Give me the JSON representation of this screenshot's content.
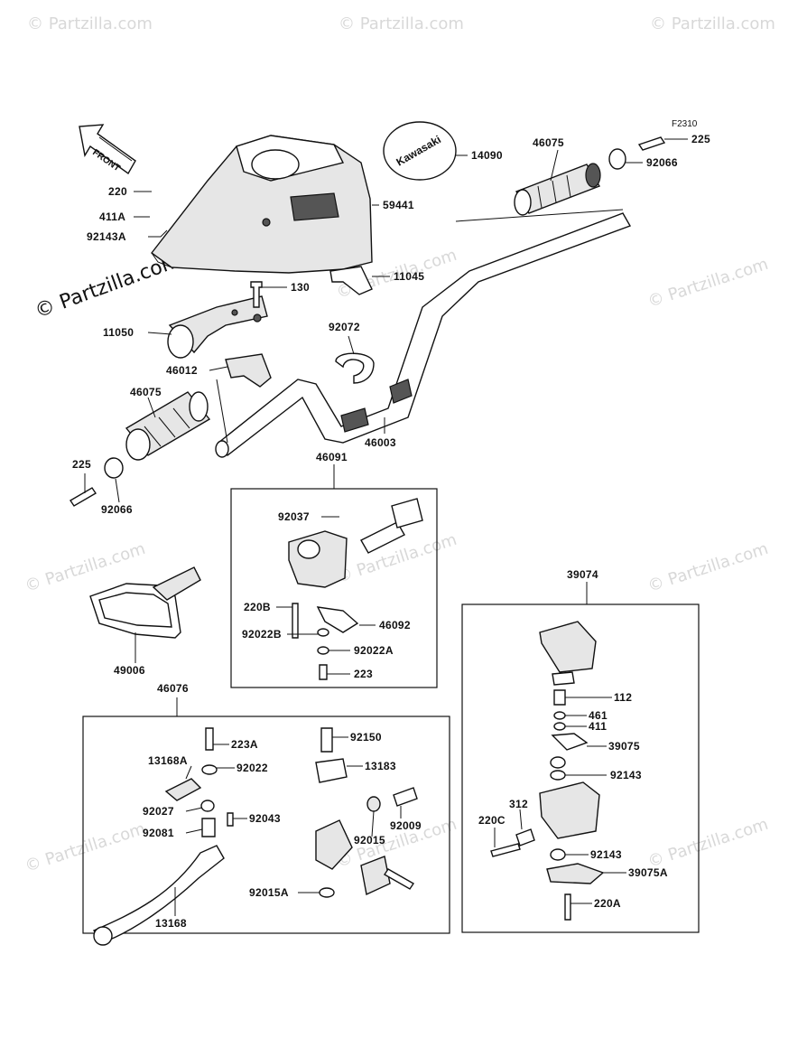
{
  "diagram_code": "F2310",
  "brand_text": "Kawasaki",
  "front_text": "FRONT",
  "copyright": "© Partzilla.com",
  "watermark": "© Partzilla.com",
  "parts": {
    "p220": "220",
    "p411A": "411A",
    "p92143A": "92143A",
    "p59441": "59441",
    "p14090": "14090",
    "p46075a": "46075",
    "p92066a": "92066",
    "p225a": "225",
    "p11045": "11045",
    "p130": "130",
    "p11050": "11050",
    "p92072": "92072",
    "p46012": "46012",
    "p46075b": "46075",
    "p46003": "46003",
    "p225b": "225",
    "p92066b": "92066",
    "p46091": "46091",
    "p92037": "92037",
    "p220B": "220B",
    "p46092": "46092",
    "p92022B": "92022B",
    "p92022A": "92022A",
    "p223": "223",
    "p49006": "49006",
    "p46076": "46076",
    "p223A": "223A",
    "p13168A": "13168A",
    "p92022": "92022",
    "p92027": "92027",
    "p92081": "92081",
    "p92043": "92043",
    "p13168": "13168",
    "p92150": "92150",
    "p13183": "13183",
    "p92009": "92009",
    "p92015": "92015",
    "p92015A": "92015A",
    "p39074": "39074",
    "p112": "112",
    "p461": "461",
    "p411": "411",
    "p39075": "39075",
    "p92143a": "92143",
    "p312": "312",
    "p220C": "220C",
    "p92143b": "92143",
    "p39075A": "39075A",
    "p220A": "220A"
  }
}
